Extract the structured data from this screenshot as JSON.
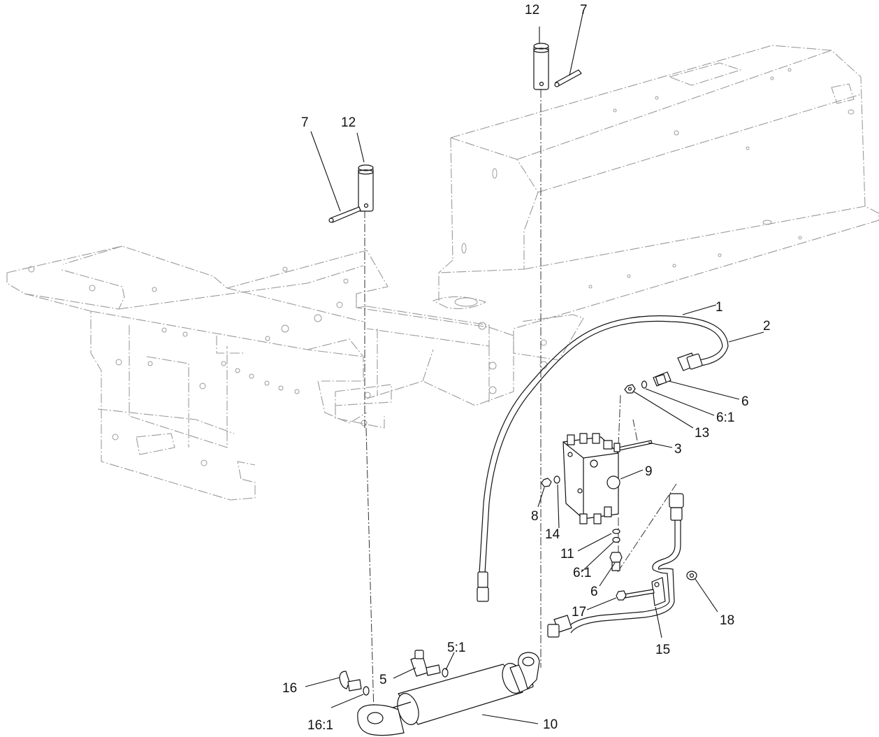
{
  "diagram": {
    "callouts": {
      "c1": "1",
      "c2": "2",
      "c3": "3",
      "c5": "5",
      "c5_1": "5:1",
      "c6_top": "6",
      "c6_1_top": "6:1",
      "c6_bottom": "6",
      "c6_1_bottom": "6:1",
      "c7_left": "7",
      "c7_right": "7",
      "c8": "8",
      "c9": "9",
      "c10": "10",
      "c11": "11",
      "c12_left": "12",
      "c12_right": "12",
      "c13": "13",
      "c14": "14",
      "c15": "15",
      "c16": "16",
      "c16_1": "16:1",
      "c17": "17",
      "c18": "18"
    },
    "parts": [
      {
        "id": "12",
        "icon": "clevis-pin-icon"
      },
      {
        "id": "7",
        "icon": "cotter-pin-icon"
      },
      {
        "id": "2",
        "icon": "hydraulic-hose-icon"
      },
      {
        "id": "1",
        "icon": "hydraulic-tube-icon"
      },
      {
        "id": "3",
        "icon": "bolt-icon"
      },
      {
        "id": "9",
        "icon": "control-valve-icon"
      },
      {
        "id": "10",
        "icon": "hydraulic-cylinder-icon"
      },
      {
        "id": "5",
        "icon": "elbow-fitting-icon"
      },
      {
        "id": "16",
        "icon": "elbow-fitting-icon"
      },
      {
        "id": "15",
        "icon": "tube-clamp-icon"
      },
      {
        "id": "17",
        "icon": "bolt-icon"
      },
      {
        "id": "18",
        "icon": "nut-icon"
      }
    ]
  }
}
